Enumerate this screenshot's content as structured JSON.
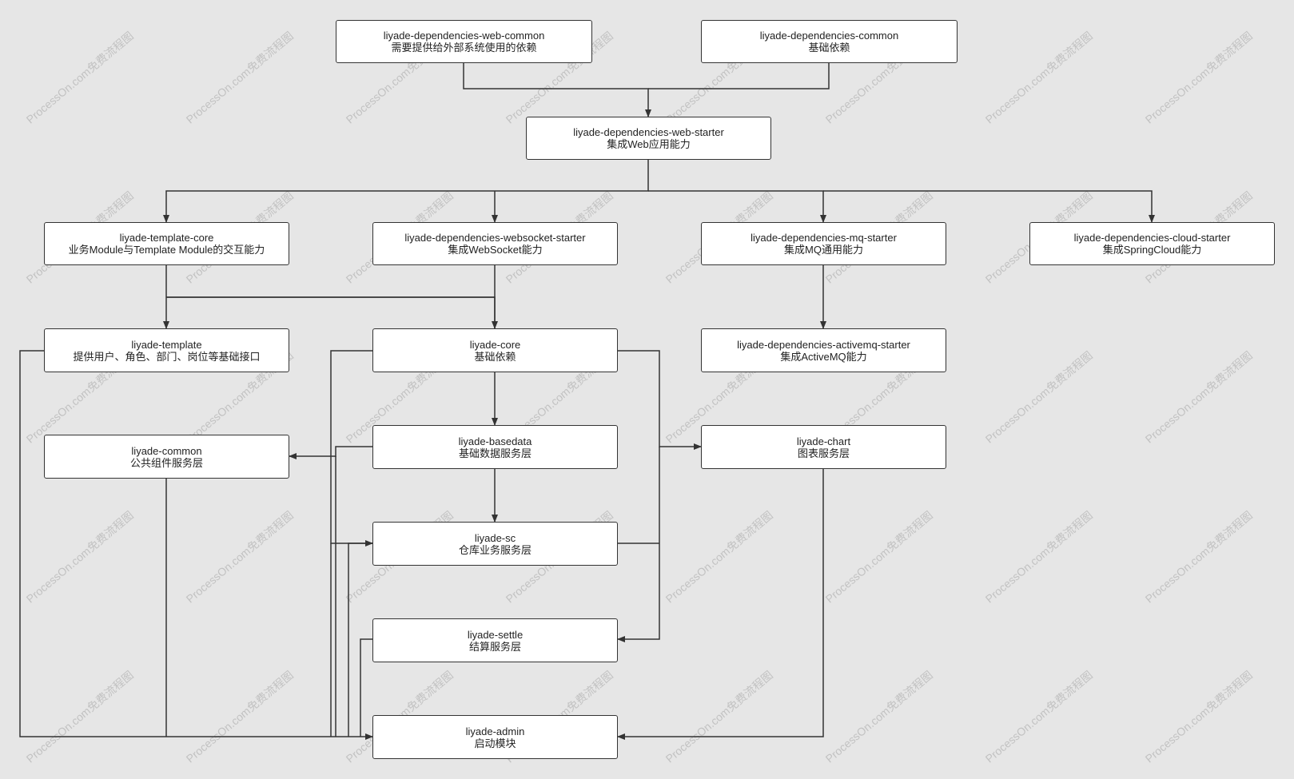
{
  "colors": {
    "background": "#e6e6e6",
    "node_fill": "#ffffff",
    "stroke": "#333333",
    "watermark": "#c2c2c2"
  },
  "watermark_text": "ProcessOn.com免费流程图",
  "nodes": {
    "web_common": {
      "name": "liyade-dependencies-web-common",
      "desc": "需要提供给外部系统使用的依赖"
    },
    "common_dep": {
      "name": "liyade-dependencies-common",
      "desc": "基础依赖"
    },
    "web_starter": {
      "name": "liyade-dependencies-web-starter",
      "desc": "集成Web应用能力"
    },
    "template_core": {
      "name": "liyade-template-core",
      "desc": "业务Module与Template Module的交互能力"
    },
    "websocket": {
      "name": "liyade-dependencies-websocket-starter",
      "desc": "集成WebSocket能力"
    },
    "mq": {
      "name": "liyade-dependencies-mq-starter",
      "desc": "集成MQ通用能力"
    },
    "cloud": {
      "name": "liyade-dependencies-cloud-starter",
      "desc": "集成SpringCloud能力"
    },
    "template": {
      "name": "liyade-template",
      "desc": "提供用户、角色、部门、岗位等基础接口"
    },
    "core": {
      "name": "liyade-core",
      "desc": "基础依赖"
    },
    "activemq": {
      "name": "liyade-dependencies-activemq-starter",
      "desc": "集成ActiveMQ能力"
    },
    "common": {
      "name": "liyade-common",
      "desc": "公共组件服务层"
    },
    "basedata": {
      "name": "liyade-basedata",
      "desc": "基础数据服务层"
    },
    "chart": {
      "name": "liyade-chart",
      "desc": "图表服务层"
    },
    "sc": {
      "name": "liyade-sc",
      "desc": "仓库业务服务层"
    },
    "settle": {
      "name": "liyade-settle",
      "desc": "结算服务层"
    },
    "admin": {
      "name": "liyade-admin",
      "desc": "启动模块"
    }
  }
}
